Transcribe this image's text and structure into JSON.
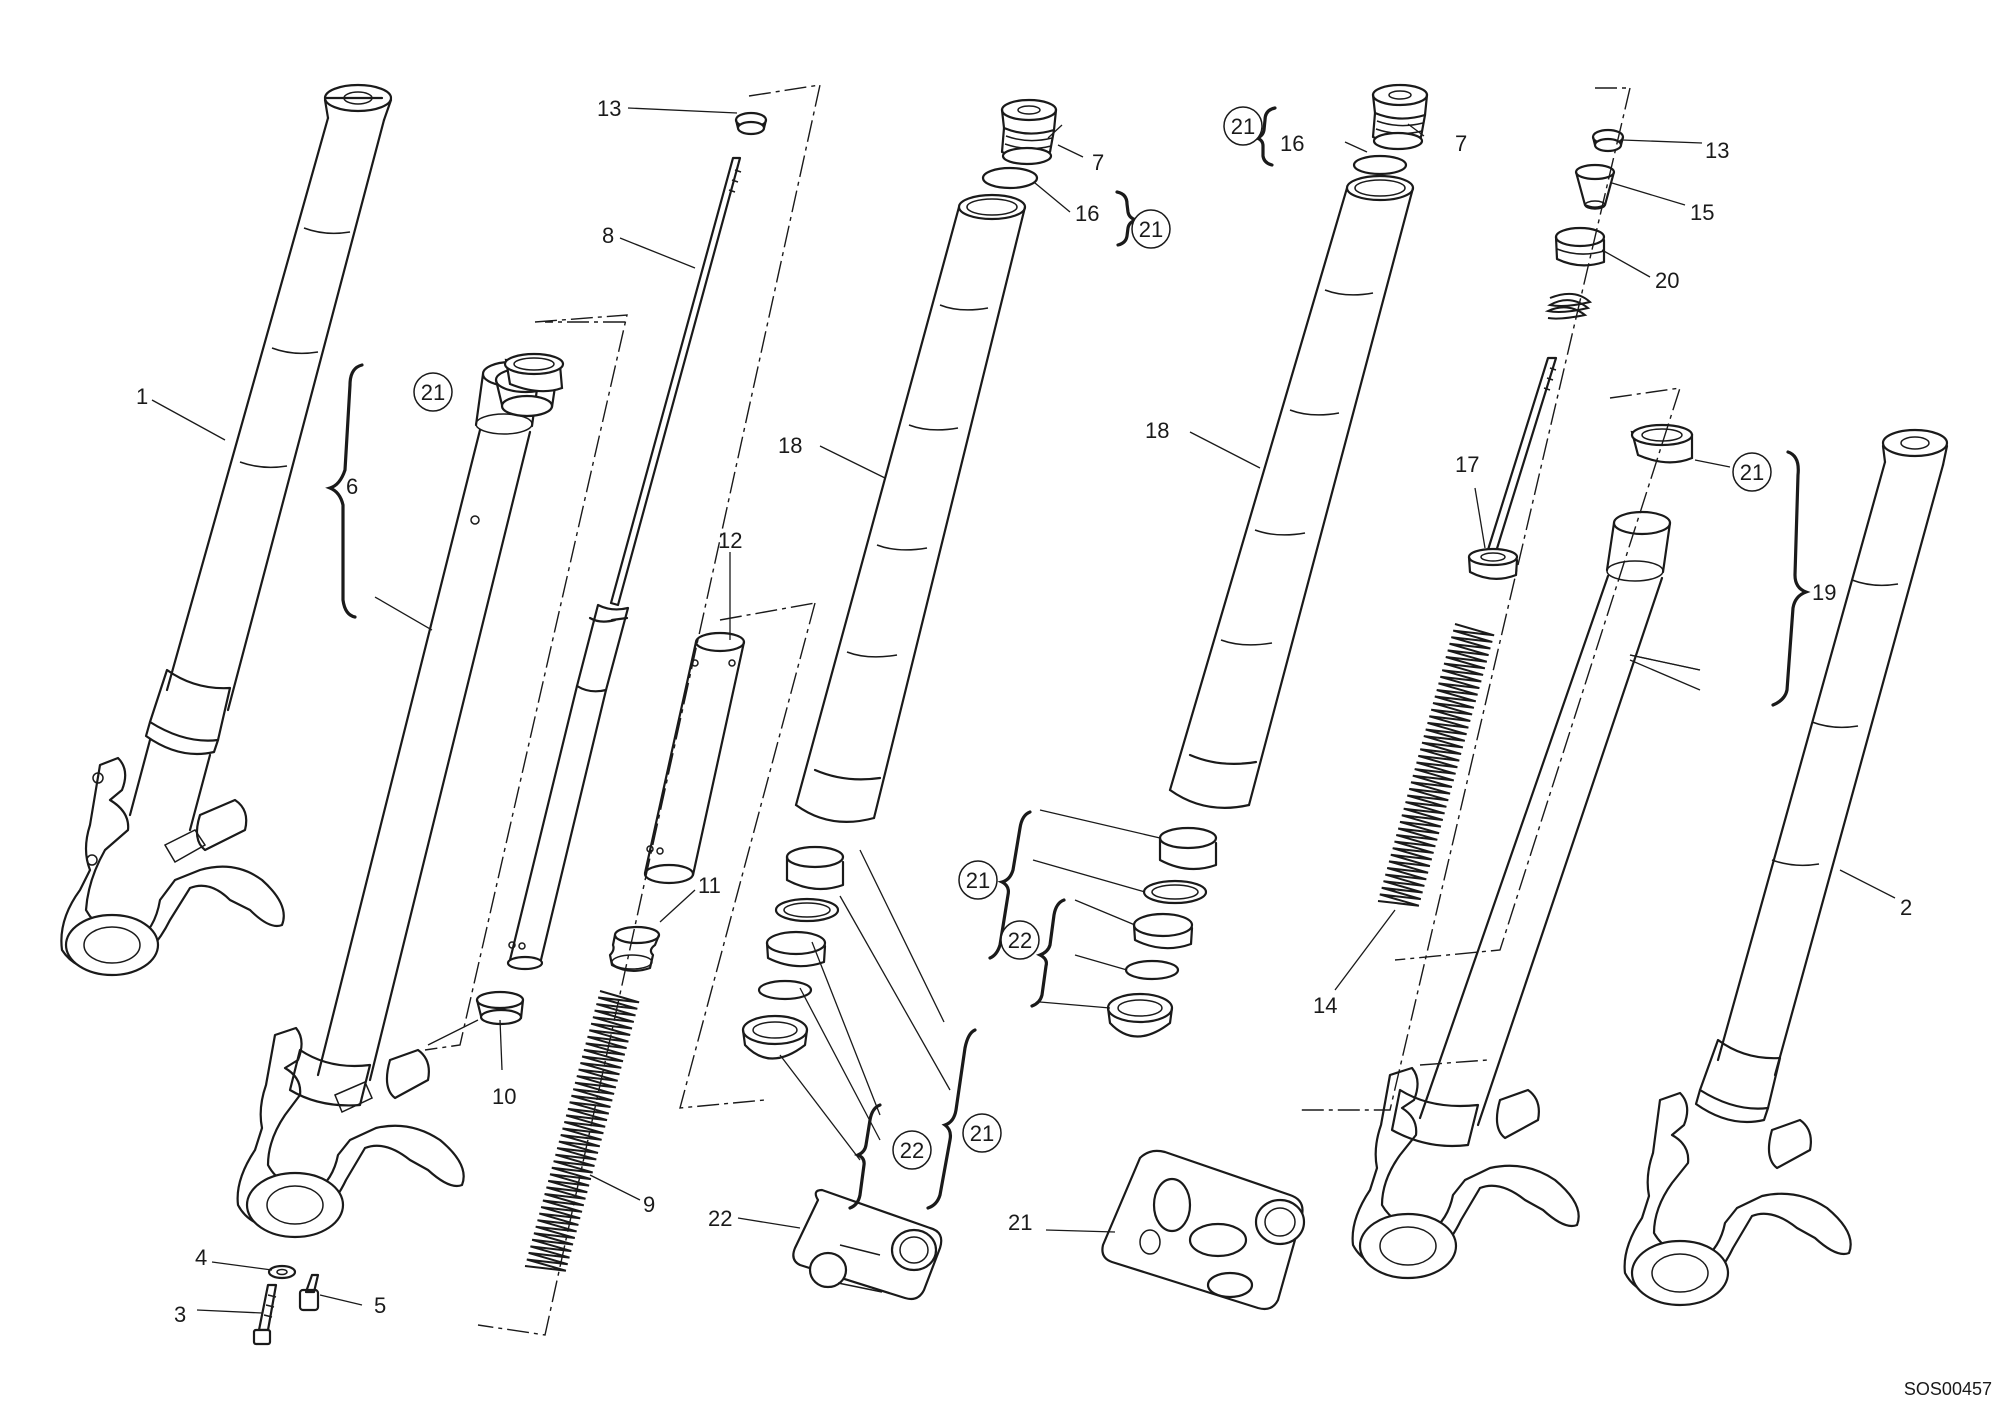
{
  "labels": {
    "l1": "1",
    "l2": "2",
    "l3": "3",
    "l4": "4",
    "l5": "5",
    "l6": "6",
    "l7a": "7",
    "l7b": "7",
    "l8": "8",
    "l9": "9",
    "l10": "10",
    "l11": "11",
    "l12": "12",
    "l13a": "13",
    "l13b": "13",
    "l14": "14",
    "l15": "15",
    "l16a": "16",
    "l16b": "16",
    "l17": "17",
    "l18a": "18",
    "l18b": "18",
    "l19": "19",
    "l20": "20",
    "l21plain": "21",
    "l22plain": "22"
  },
  "callouts": {
    "c21a": "21",
    "c21b": "21",
    "c21c": "21",
    "c21d": "21",
    "c21e": "21",
    "c21f": "21",
    "c22a": "22",
    "c22b": "22"
  },
  "drawing_code": "SOS00457"
}
